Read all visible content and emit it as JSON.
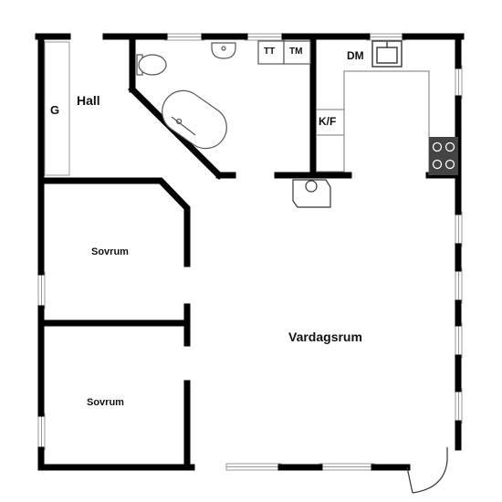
{
  "plan": {
    "colors": {
      "wall": "#000000",
      "background": "#ffffff",
      "fixture_stroke": "#555555",
      "window_frame": "#9a9a9a",
      "text": "#111111"
    },
    "rooms": {
      "hall": "Hall",
      "garderob": "G",
      "bedroom_top": "Sovrum",
      "bedroom_bottom": "Sovrum",
      "living_room": "Vardagsrum"
    },
    "appliances": {
      "tumble_dryer": "TT",
      "washing_machine": "TM",
      "dishwasher": "DM",
      "fridge_freezer": "K/F"
    },
    "fixtures": [
      "toilet-icon",
      "bathroom-sink-icon",
      "bathtub-icon",
      "kitchen-sink-icon",
      "stove-icon",
      "fireplace-icon",
      "entrance-door-icon"
    ]
  }
}
